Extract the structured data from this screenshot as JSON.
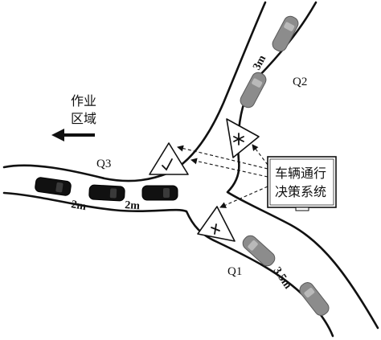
{
  "work_zone": {
    "line1": "作业",
    "line2": "区域",
    "arrow_icon": "left-arrow-icon"
  },
  "decision_system": {
    "line1": "车辆通行",
    "line2": "决策系统"
  },
  "branches": {
    "q1": "Q1",
    "q2": "Q2",
    "q3": "Q3"
  },
  "distances": {
    "q2_gap": "3m",
    "q3_gap1": "2m",
    "q3_gap2": "2m",
    "q1_gap": "3.5m"
  },
  "signs": {
    "q3_sign_icon": "check-mark-icon",
    "q2_sign_icon": "asterisk-icon",
    "q1_sign_icon": "cross-icon"
  },
  "colors": {
    "vehicle_waiting": "#8c8c8c",
    "vehicle_passing": "#111111"
  }
}
